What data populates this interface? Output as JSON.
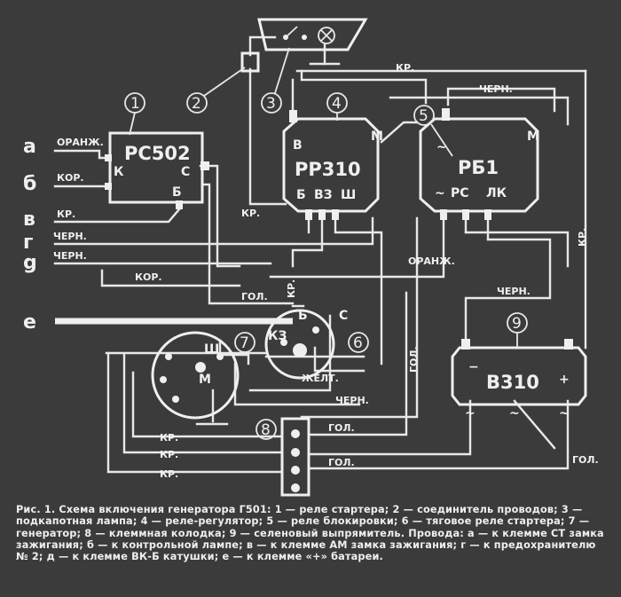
{
  "wire_labels": {
    "orange": "ОРАНЖ.",
    "brown": "КОР.",
    "red": "КР.",
    "black": "ЧЕРН.",
    "blue": "ГОЛ.",
    "yellow": "ЖЕЛТ."
  },
  "lead_letters": [
    "а",
    "б",
    "в",
    "г",
    "g",
    "е"
  ],
  "callout_numbers": [
    "1",
    "2",
    "3",
    "4",
    "5",
    "6",
    "7",
    "8",
    "9"
  ],
  "components": {
    "starter_relay": {
      "name": "РС502",
      "pins": [
        "К",
        "С",
        "Б"
      ]
    },
    "voltage_regulator": {
      "name": "РР310",
      "pins": [
        "В",
        "Б",
        "ВЗ",
        "Ш",
        "М"
      ]
    },
    "blocking_relay": {
      "name": "РБ1",
      "pins": [
        "~",
        "РС",
        "ЛК",
        "М"
      ]
    },
    "traction_relay": {
      "pins": [
        "КЗ",
        "Б",
        "С"
      ]
    },
    "generator": {
      "pins": [
        "Ш",
        "М"
      ]
    },
    "rectifier": {
      "name": "В310",
      "pins": [
        "−",
        "+",
        "~"
      ]
    }
  },
  "caption": "Рис. 1. Схема включения генератора Г501: 1 — реле стартера; 2 — соединитель проводов; 3 — подкапотная лампа; 4 — реле-регулятор; 5 — реле блокировки; 6 — тяговое реле стартера; 7 — генератор; 8 — клеммная колодка; 9 — селеновый выпрямитель. Провода: а — к клемме СТ замка зажигания; б — к контрольной лампе; в — к клемме АМ замка зажигания; г — к предохранителю № 2; д — к клемме ВК-Б катушки; е — к клемме «+» батареи."
}
